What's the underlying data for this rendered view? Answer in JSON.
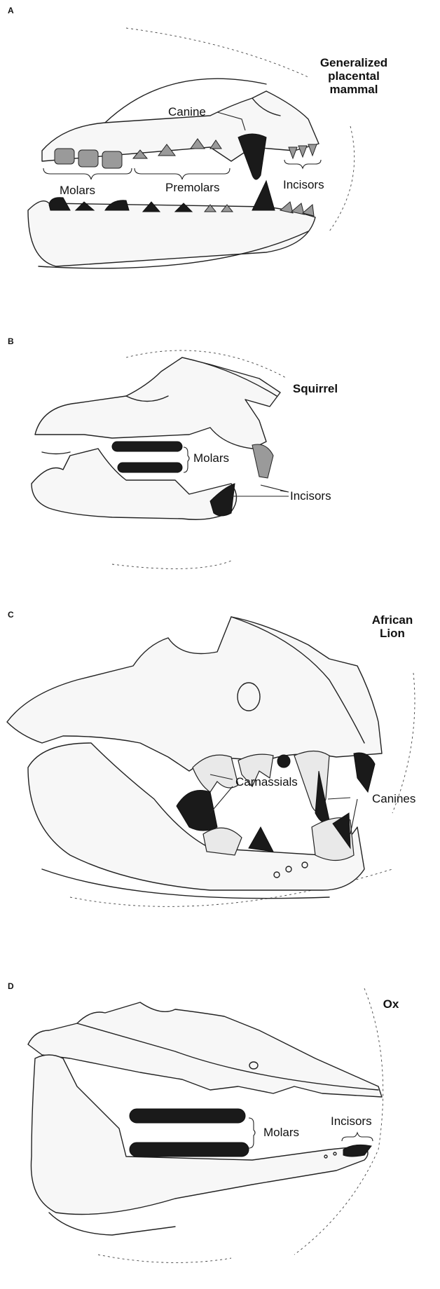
{
  "panels": [
    {
      "letter": "A",
      "title_lines": [
        "Generalized",
        "placental",
        "mammal"
      ],
      "labels": {
        "canine": "Canine",
        "molars": "Molars",
        "premolars": "Premolars",
        "incisors": "Incisors"
      }
    },
    {
      "letter": "B",
      "title_lines": [
        "Squirrel"
      ],
      "labels": {
        "molars": "Molars",
        "incisors": "Incisors"
      }
    },
    {
      "letter": "C",
      "title_lines": [
        "African",
        "Lion"
      ],
      "labels": {
        "carnassials": "Carnassials",
        "canines": "Canines"
      }
    },
    {
      "letter": "D",
      "title_lines": [
        "Ox"
      ],
      "labels": {
        "molars": "Molars",
        "incisors": "Incisors"
      }
    }
  ]
}
